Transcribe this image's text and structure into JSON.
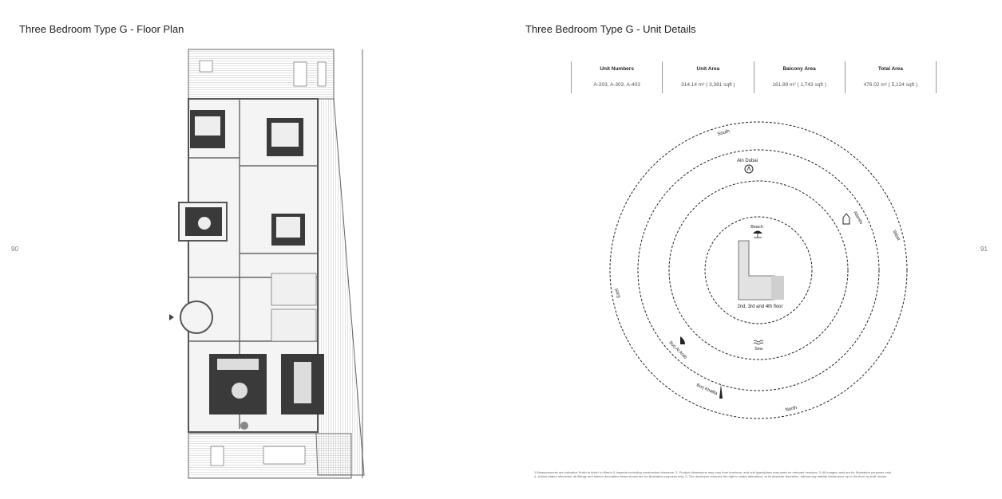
{
  "left_page": {
    "title": "Three Bedroom Type G - Floor Plan",
    "page_number": "90"
  },
  "right_page": {
    "title": "Three Bedroom Type G - Unit Details",
    "page_number": "91"
  },
  "unit_details": {
    "columns": [
      {
        "header": "Unit Numbers",
        "value": "A-203, A-303, A-403"
      },
      {
        "header": "Unit Area",
        "value": "314.14 m² ( 3,381 sqft )"
      },
      {
        "header": "Balcony Area",
        "value": "161.89 m² ( 1,743 sqft )"
      },
      {
        "header": "Total Area",
        "value": "476.02 m² ( 5,124 sqft )"
      }
    ]
  },
  "compass": {
    "directions": {
      "south": "South",
      "west": "West",
      "north": "North",
      "east": "East"
    },
    "landmarks": {
      "ain_dubai": "Ain Dubai",
      "atlantis": "Atlantis",
      "beach": "Beach",
      "sea": "Sea",
      "burj_al_arab": "Burj Al Arab",
      "burj_khalifa": "Burj Khalifa"
    },
    "floor_label": "2nd, 3rd and 4th floor",
    "icons": [
      "ferris-wheel-icon",
      "palace-icon",
      "beach-umbrella-icon",
      "waves-icon",
      "sail-tower-icon",
      "tower-icon"
    ]
  },
  "footnote": {
    "line1": "1.Measurements are indicative 'finish to finish' in Metric & Imperial excluding construction tolerance. 2. Product dimensions may vary from brochure, and unit types/plans may wash ex mirrored versions. 3. All images used are for illustration purposes only.",
    "line2": "4. Unless stated otherwise, all fittings and interior decorative items shown are for illustrative purposes only. 5. The developer reserves the right to make alterations, at its absolute discretion, without any liability whatsoever up to the final 'as-built' status."
  },
  "colors": {
    "wall": "#7a7a7a",
    "room_dark": "#3a3a3a",
    "deck": "#c9c9c9",
    "rule": "#999999"
  }
}
